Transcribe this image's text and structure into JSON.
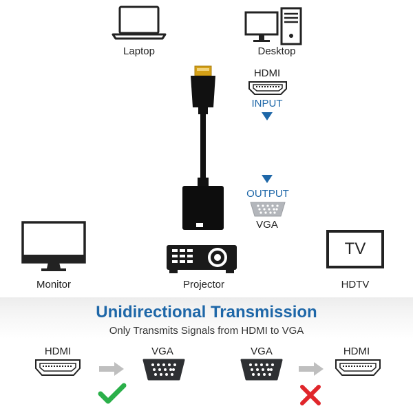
{
  "devices": {
    "laptop": "Laptop",
    "desktop": "Desktop",
    "monitor": "Monitor",
    "projector": "Projector",
    "hdtv": "HDTV",
    "tv_screen": "TV"
  },
  "adapter": {
    "input_port": "HDMI",
    "input_label": "INPUT",
    "output_label": "OUTPUT",
    "output_port": "VGA"
  },
  "transmission": {
    "title": "Unidirectional Transmission",
    "subtitle": "Only Transmits Signals from HDMI to VGA",
    "left_from": "HDMI",
    "left_to": "VGA",
    "right_from": "VGA",
    "right_to": "HDMI"
  },
  "colors": {
    "accent_blue": "#1e67a8",
    "check_green": "#2bb04a",
    "cross_red": "#e0262b",
    "gold_tip": "#d4a017"
  },
  "icons": {
    "supported": "check-icon",
    "unsupported": "cross-icon"
  }
}
